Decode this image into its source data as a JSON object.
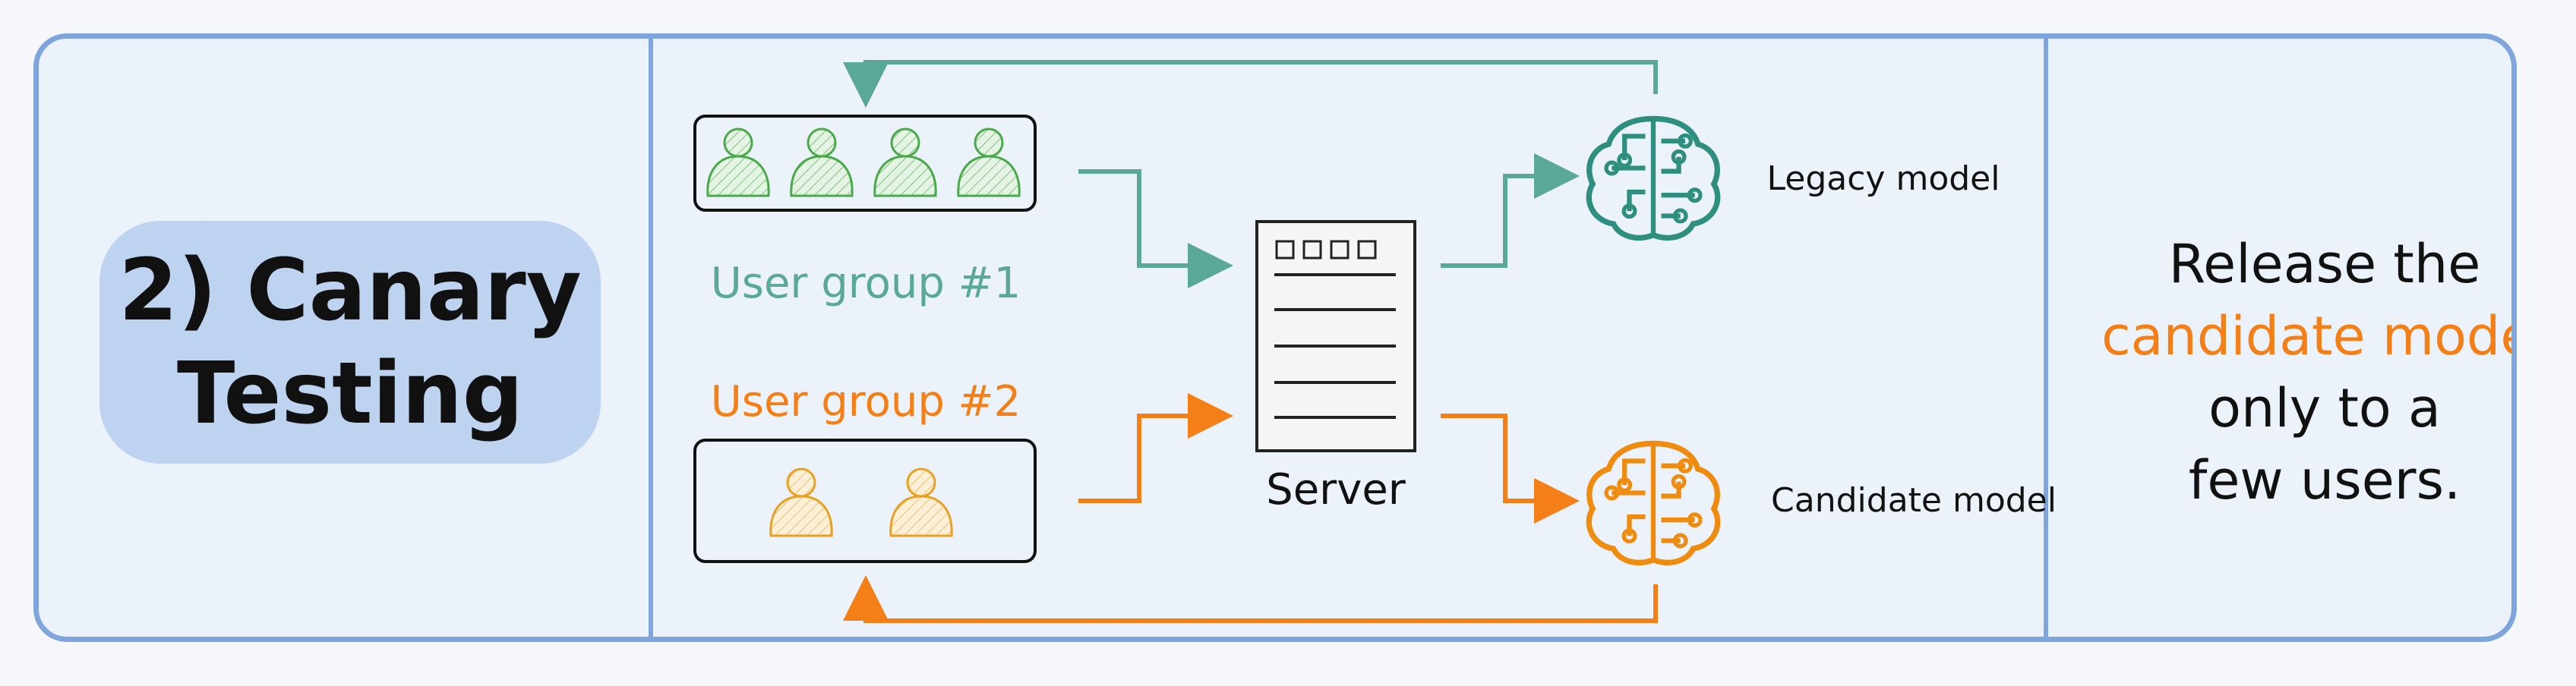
{
  "stage": {
    "line1": "2) Canary",
    "line2": "Testing"
  },
  "groups": [
    {
      "label": "User group #1",
      "color": "#5aa896",
      "users": 4
    },
    {
      "label": "User group #2",
      "color": "#f57f17",
      "users": 2
    }
  ],
  "server": {
    "label": "Server"
  },
  "models": [
    {
      "label": "Legacy model",
      "color": "#2e8f80"
    },
    {
      "label": "Candidate model",
      "color": "#ef8c10"
    }
  ],
  "description": {
    "line1": "Release the",
    "highlight": "candidate model",
    "line3": "only to a",
    "line4": "few users."
  },
  "colors": {
    "frame": "#7ea6dc",
    "panel": "#ebf2fa",
    "pill": "#bed3ef",
    "accent": "#f57f17",
    "teal": "#5aa896"
  }
}
